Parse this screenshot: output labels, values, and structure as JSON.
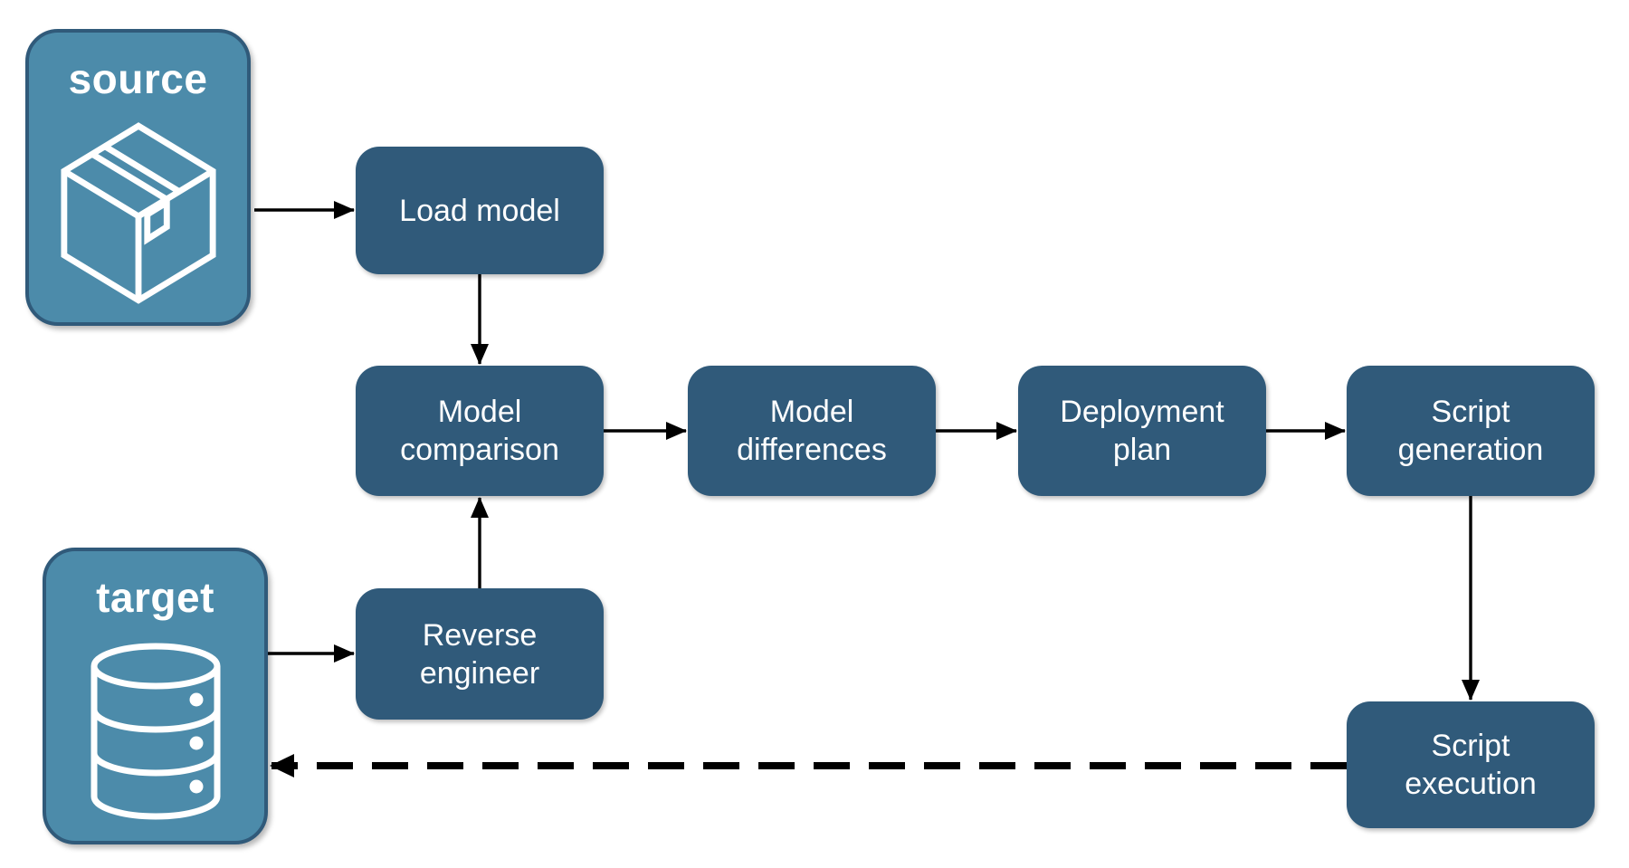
{
  "diagram": {
    "nodes": {
      "source": {
        "label": "source",
        "kind": "endpoint",
        "icon": "package-icon"
      },
      "target": {
        "label": "target",
        "kind": "endpoint",
        "icon": "database-icon"
      },
      "load_model": {
        "label": "Load model",
        "kind": "step"
      },
      "model_comparison": {
        "label": "Model comparison",
        "kind": "step"
      },
      "model_differences": {
        "label": "Model differences",
        "kind": "step"
      },
      "deployment_plan": {
        "label": "Deployment plan",
        "kind": "step"
      },
      "script_generation": {
        "label": "Script generation",
        "kind": "step"
      },
      "reverse_engineer": {
        "label": "Reverse engineer",
        "kind": "step"
      },
      "script_execution": {
        "label": "Script execution",
        "kind": "step"
      }
    },
    "connections": [
      {
        "from": "source",
        "to": "load_model",
        "style": "solid"
      },
      {
        "from": "load_model",
        "to": "model_comparison",
        "style": "solid"
      },
      {
        "from": "model_comparison",
        "to": "model_differences",
        "style": "solid"
      },
      {
        "from": "model_differences",
        "to": "deployment_plan",
        "style": "solid"
      },
      {
        "from": "deployment_plan",
        "to": "script_generation",
        "style": "solid"
      },
      {
        "from": "script_generation",
        "to": "script_execution",
        "style": "solid"
      },
      {
        "from": "target",
        "to": "reverse_engineer",
        "style": "solid"
      },
      {
        "from": "reverse_engineer",
        "to": "model_comparison",
        "style": "solid"
      },
      {
        "from": "script_execution",
        "to": "target",
        "style": "dashed"
      }
    ],
    "colors": {
      "background": "#FFFFFF",
      "step_fill": "#305A7A",
      "endpoint_fill": "#4C8BAA",
      "endpoint_border": "#305A7A",
      "label_text": "#FFFFFF",
      "arrow": "#000000"
    }
  }
}
